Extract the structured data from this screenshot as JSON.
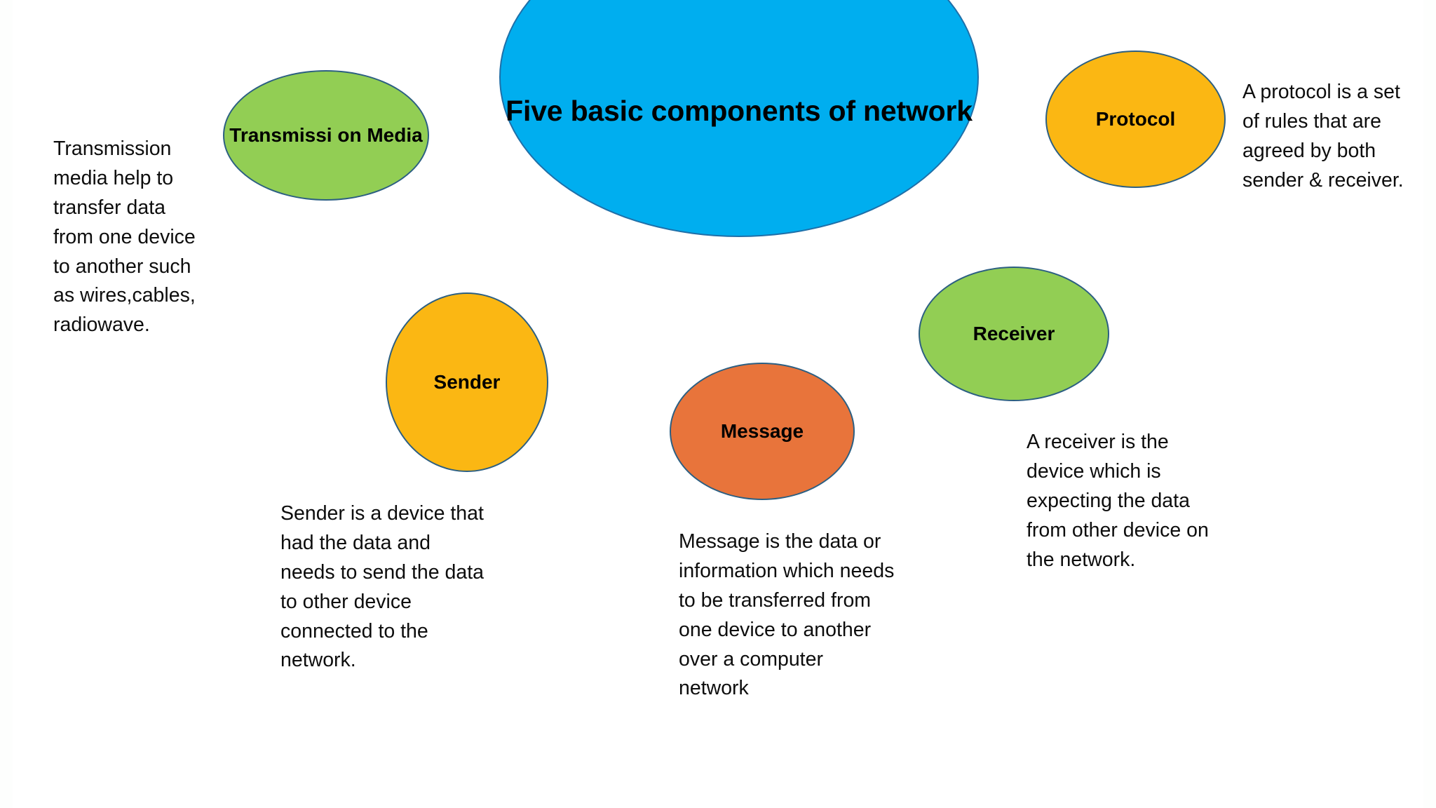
{
  "diagram": {
    "title": "Five basic components of network",
    "background_color": "#ffffff",
    "outline_color": "#2c5f82",
    "text_color": "#0d0d0d"
  },
  "nodes": {
    "title_bubble": {
      "label": "Five basic components of network",
      "color": "#00AEEF",
      "shape": "ellipse"
    },
    "transmission_media": {
      "label": "Transmissi\non\nMedia",
      "color": "#92CE54",
      "shape": "ellipse"
    },
    "protocol": {
      "label": "Protocol",
      "color": "#FBB713",
      "shape": "ellipse"
    },
    "sender": {
      "label": "Sender",
      "color": "#FBB713",
      "shape": "circle"
    },
    "message": {
      "label": "Message",
      "color": "#E8743B",
      "shape": "ellipse"
    },
    "receiver": {
      "label": "Receiver",
      "color": "#92CE54",
      "shape": "ellipse"
    }
  },
  "notes": {
    "transmission_media": "Transmission media help to transfer data from one device to another such as wires,cables, radiowave.",
    "protocol": "A protocol is a set of rules that are agreed by both sender & receiver.",
    "sender": "Sender is a device that had the data and needs to send the data to other device connected to the network.",
    "message": "Message is the data or information which needs to be transferred from one device to another over a computer network",
    "receiver": "A receiver is the device which is expecting the data from other device on the network."
  }
}
